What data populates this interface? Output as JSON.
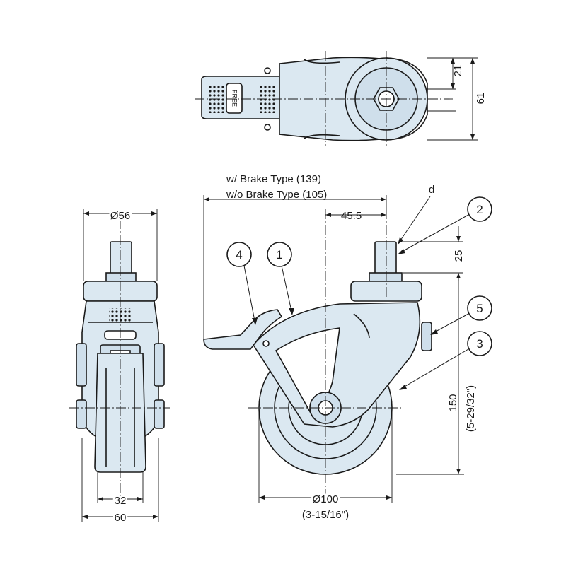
{
  "top_view": {
    "pedal_label": "FREE",
    "dim_boss": "21",
    "dim_overall": "61"
  },
  "side_view": {
    "brake_with": "w/ Brake Type (139)",
    "brake_without": "w/o Brake Type (105)",
    "dim_offset": "45.5",
    "thread_label": "d",
    "dim_stem": "25",
    "dim_height": "150",
    "dim_height_inch": "(5-29/32\")",
    "dim_wheel": "Ø100",
    "dim_wheel_inch": "(3-15/16\")"
  },
  "front_view": {
    "dim_plate": "Ø56",
    "dim_width_inner": "32",
    "dim_width_outer": "60"
  },
  "callouts": [
    "1",
    "2",
    "3",
    "4",
    "5"
  ]
}
